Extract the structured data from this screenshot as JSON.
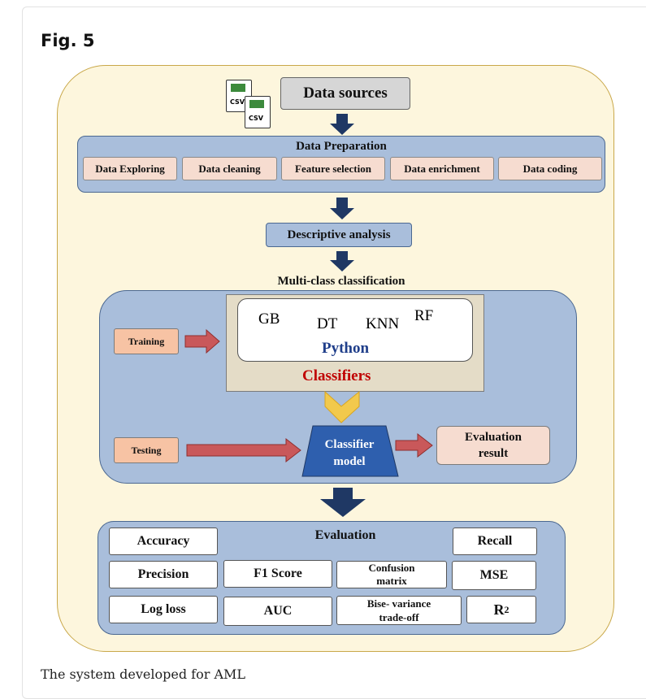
{
  "figure_label": "Fig. 5",
  "caption": "The system developed for AML",
  "icons": {
    "csv_label": "CSV"
  },
  "data_sources": "Data sources",
  "data_preparation": {
    "title": "Data Preparation",
    "steps": [
      "Data Exploring",
      "Data cleaning",
      "Feature selection",
      "Data enrichment",
      "Data coding"
    ]
  },
  "descriptive_analysis": "Descriptive analysis",
  "multiclass": {
    "title": "Multi-class classification",
    "training": "Training",
    "testing": "Testing",
    "algorithms": [
      "GB",
      "DT",
      "KNN",
      "RF"
    ],
    "language": "Python",
    "classifiers_label": "Classifiers",
    "model_label": [
      "Classifier",
      "model"
    ],
    "evaluation_result": [
      "Evaluation",
      "result"
    ]
  },
  "evaluation": {
    "title": "Evaluation",
    "accuracy": "Accuracy",
    "recall": "Recall",
    "precision": "Precision",
    "f1": "F1 Score",
    "confusion": [
      "Confusion",
      "matrix"
    ],
    "mse": "MSE",
    "logloss": "Log loss",
    "auc": "AUC",
    "bias": [
      "Bise- variance",
      "trade-off"
    ],
    "r2_base": "R",
    "r2_sup": "2"
  },
  "colors": {
    "outer_bg": "#fdf6dd",
    "panel_bg": "#a9bedb",
    "arrow_navy": "#1f3864",
    "arrow_red": "#c0504d",
    "classifiers_red": "#c00000",
    "python_blue": "#1f3e8a"
  }
}
